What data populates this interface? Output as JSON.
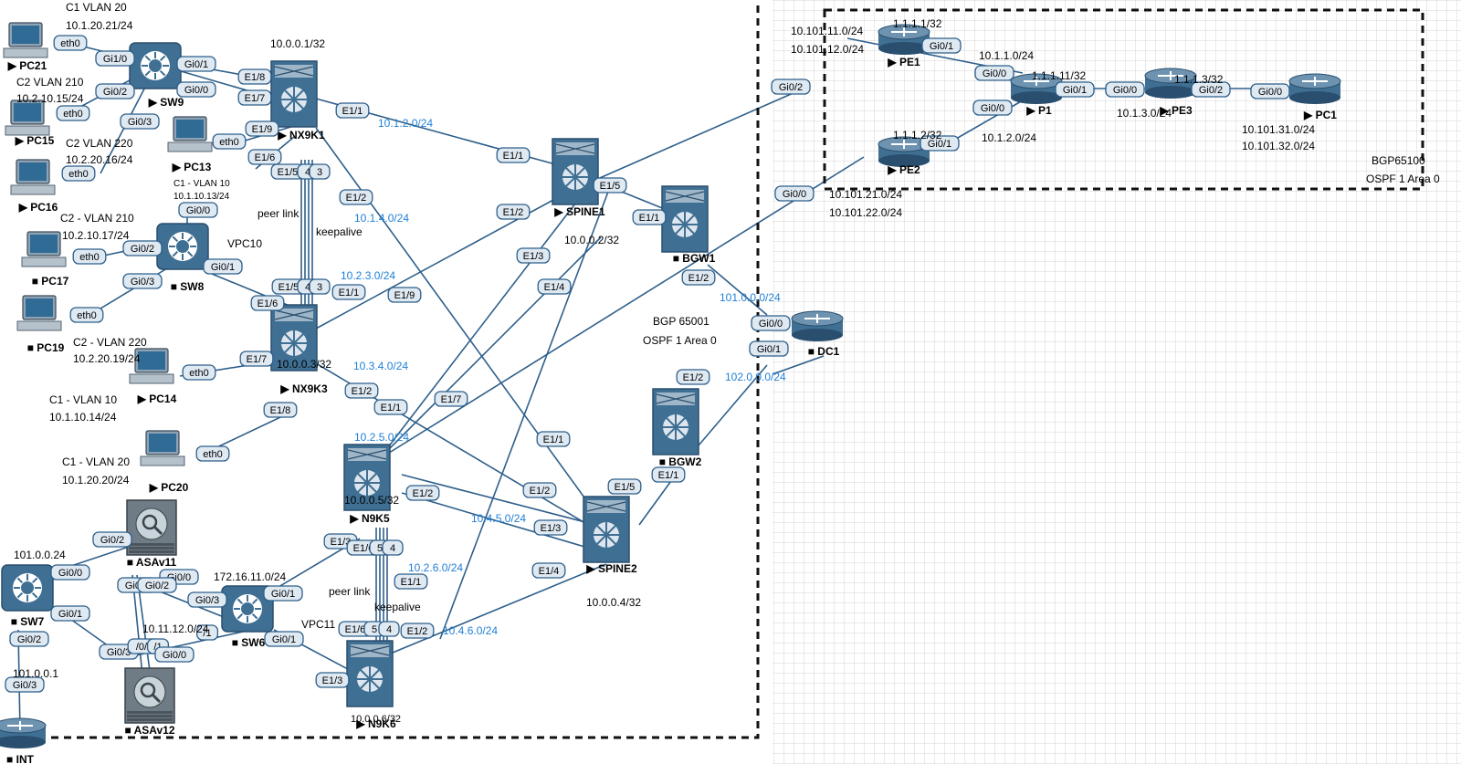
{
  "colors": {
    "link": "#2e5f8a",
    "label_blue": "#1f7fd6",
    "text": "#000000",
    "device_fill": "#3f6f93",
    "device_dark": "#2a4f6e",
    "iface_fill": "#dfe9f2",
    "iface_stroke": "#2e5f8a",
    "grid": "#d6d6d6",
    "border": "#111111"
  },
  "devices": [
    {
      "id": "PC21",
      "label": "▶ PC21",
      "type": "pc"
    },
    {
      "id": "SW9",
      "label": "▶ SW9",
      "type": "switch"
    },
    {
      "id": "PC15",
      "label": "▶ PC15",
      "type": "pc"
    },
    {
      "id": "PC16",
      "label": "▶ PC16",
      "type": "pc"
    },
    {
      "id": "PC13",
      "label": "▶ PC13",
      "type": "pc"
    },
    {
      "id": "NX9K1",
      "label": "▶ NX9K1",
      "type": "nexus"
    },
    {
      "id": "PC17",
      "label": "■ PC17",
      "type": "pc"
    },
    {
      "id": "SW8",
      "label": "■ SW8",
      "type": "switch"
    },
    {
      "id": "PC19",
      "label": "■ PC19",
      "type": "pc"
    },
    {
      "id": "PC14",
      "label": "▶ PC14",
      "type": "pc"
    },
    {
      "id": "NX9K3",
      "label": "▶ NX9K3",
      "type": "nexus"
    },
    {
      "id": "PC20",
      "label": "▶ PC20",
      "type": "pc"
    },
    {
      "id": "SPINE1",
      "label": "▶ SPINE1",
      "type": "nexus"
    },
    {
      "id": "BGW1",
      "label": "■ BGW1",
      "type": "nexus"
    },
    {
      "id": "DC1",
      "label": "■ DC1",
      "type": "router"
    },
    {
      "id": "BGW2",
      "label": "■ BGW2",
      "type": "nexus"
    },
    {
      "id": "SPINE2",
      "label": "▶ SPINE2",
      "type": "nexus"
    },
    {
      "id": "N9K5",
      "label": "▶ N9K5",
      "type": "nexus"
    },
    {
      "id": "N9K6",
      "label": "▶ N9K6",
      "type": "nexus"
    },
    {
      "id": "SW7",
      "label": "■ SW7",
      "type": "switch"
    },
    {
      "id": "ASAv11",
      "label": "■ ASAv11",
      "type": "firewall"
    },
    {
      "id": "ASAv12",
      "label": "■ ASAv12",
      "type": "firewall"
    },
    {
      "id": "SW6",
      "label": "■ SW6",
      "type": "switch"
    },
    {
      "id": "INT",
      "label": "■ INT",
      "type": "router"
    },
    {
      "id": "PE1",
      "label": "▶ PE1",
      "type": "router"
    },
    {
      "id": "PE2",
      "label": "▶ PE2",
      "type": "router"
    },
    {
      "id": "P1",
      "label": "▶ P1",
      "type": "router"
    },
    {
      "id": "PE3",
      "label": "▶ PE3",
      "type": "router"
    },
    {
      "id": "PC1",
      "label": "▶ PC1",
      "type": "router"
    }
  ],
  "interfaces": [
    "eth0",
    "Gi1/0",
    "Gi0/1",
    "Gi0/0",
    "E1/8",
    "E1/7",
    "Gi0/2",
    "eth0",
    "Gi0/3",
    "eth0",
    "E1/9",
    "eth0",
    "E1/6",
    "E1/5",
    "4",
    "3",
    "E1/1",
    "E1/2",
    "Gi0/0",
    "Gi0/2",
    "eth0",
    "Gi0/1",
    "Gi0/3",
    "eth0",
    "E1/6",
    "E1/5",
    "4",
    "3",
    "E1/7",
    "eth0",
    "E1/8",
    "eth0",
    "E1/2",
    "E1/1",
    "E1/7",
    "E1/1",
    "E1/9",
    "E1/1",
    "E1/2",
    "E1/5",
    "E1/1",
    "E1/3",
    "E1/4",
    "E1/2",
    "E1/2",
    "Gi0/0",
    "Gi0/1",
    "E1/1",
    "E1/1",
    "E1/5",
    "E1/2",
    "E1/3",
    "E1/4",
    "E1/2",
    "E1/3",
    "E1/6",
    "5",
    "4",
    "E1/1",
    "E1/6",
    "5",
    "4",
    "E1/2",
    "E1/3",
    "Gi0/1",
    "Gi0/2",
    "Gi0/0",
    "Gi0/0",
    "Gi0/1",
    "Gi0/2",
    "Gi0/3",
    "Gi0/3",
    "/1",
    "Gi0/0",
    "Gi0/2",
    "Gi0/3",
    "/0/3",
    "/1",
    "Gi0/0",
    "Gi0/1",
    "Gi0/2",
    "Gi0/1",
    "Gi0/0",
    "Gi0/0",
    "Gi0/1",
    "Gi0/0",
    "Gi0/2",
    "Gi0/0",
    "Gi0/1",
    "Gi0/0"
  ],
  "labels_black": [
    "C1  VLAN 20",
    "10.1.20.21/24",
    "C2  VLAN 210",
    "10.2.10.15/24",
    "C2  VLAN 220",
    "10.2.20.16/24",
    "10.0.0.1/32",
    "C1 - VLAN 10",
    "10.1.10.13/24",
    "peer link",
    "keepalive",
    "C2 - VLAN 210",
    "10.2.10.17/24",
    "VPC10",
    "C2 - VLAN 220",
    "10.2.20.19/24",
    "10.0.0.3/32",
    "C1 - VLAN 10",
    "10.1.10.14/24",
    "C1 - VLAN 20",
    "10.1.20.20/24",
    "10.0.0.2/32",
    "BGP 65001",
    "OSPF 1 Area 0",
    "10.0.0.5/32",
    "10.0.0.4/32",
    "peer link",
    "keepalive",
    "VPC11",
    "10.0.0.6/32",
    "172.16.11.0/24",
    "10.11.12.0/24",
    "101.0.0.24",
    "101.0.0.1",
    "10.101.11.0/24",
    "10.101.12.0/24",
    "1.1.1.1/32",
    "10.1.1.0/24",
    "1.1.1.11/32",
    "1.1.1.3/32",
    "10.1.3.0/24",
    "1.1.1.2/32",
    "10.1.2.0/24",
    "10.101.31.0/24",
    "10.101.32.0/24",
    "BGP65100",
    "OSPF 1 Area 0",
    "10.101.21.0/24",
    "10.101.22.0/24"
  ],
  "labels_blue": [
    "10.1.2.0/24",
    "10.1.4.0/24",
    "10.2.3.0/24",
    "10.3.4.0/24",
    "10.2.5.0/24",
    "10.4.5.0/24",
    "10.2.6.0/24",
    "10.4.6.0/24",
    "101.0.0.0/24",
    "102.0.0.0/24"
  ]
}
